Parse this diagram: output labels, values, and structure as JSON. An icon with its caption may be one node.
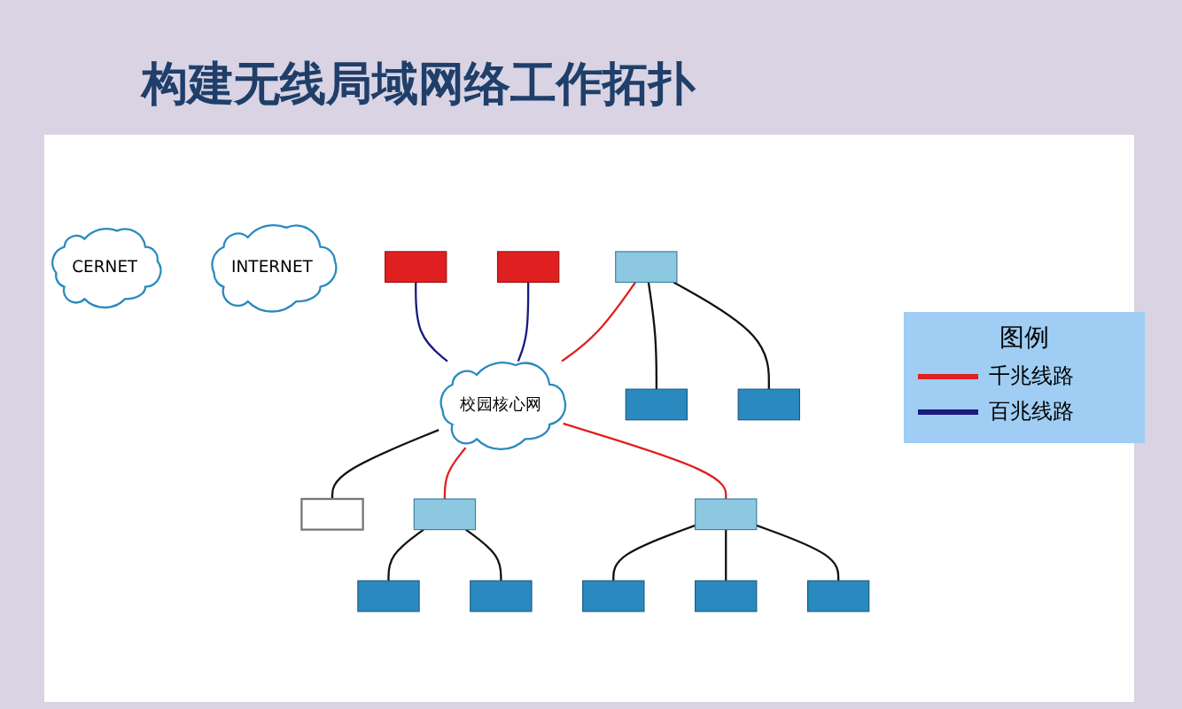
{
  "diagram": {
    "title": "构建无线局域网络工作拓扑",
    "nodes": [
      {
        "text": [
          "CERNET"
        ]
      },
      {
        "text": [
          "INTERNET"
        ]
      },
      {
        "text": [
          "校园核心网"
        ]
      },
      {
        "text": [],
        "shape": "box"
      },
      {
        "text": [],
        "shape": "box"
      },
      {
        "text": [],
        "shape": "box"
      },
      {
        "text": [],
        "shape": "box"
      },
      {
        "text": [],
        "shape": "box"
      },
      {
        "text": [],
        "shape": "box"
      },
      {
        "text": [],
        "shape": "box"
      },
      {
        "text": [],
        "shape": "box"
      },
      {
        "text": [],
        "shape": "box"
      },
      {
        "text": [],
        "shape": "box"
      },
      {
        "text": [],
        "shape": "box"
      },
      {
        "text": [],
        "shape": "box"
      },
      {
        "text": [],
        "shape": "box"
      }
    ],
    "edges": [
      {
        "from": 3,
        "to": 2,
        "arrow": "none",
        "color": "#1a1a80"
      },
      {
        "from": 4,
        "to": 2,
        "arrow": "none",
        "color": "#1a1a80"
      },
      {
        "from": 2,
        "to": 5,
        "arrow": "none"
      },
      {
        "from": 6,
        "to": 2,
        "arrow": "none",
        "color": "#e02020"
      },
      {
        "from": 2,
        "to": 7,
        "arrow": "none",
        "color": "#e02020"
      },
      {
        "from": 2,
        "to": 8,
        "arrow": "none",
        "color": "#e02020"
      },
      {
        "from": 6,
        "to": 9,
        "arrow": "none"
      },
      {
        "from": 6,
        "to": 10,
        "arrow": "none"
      },
      {
        "from": 7,
        "to": 11,
        "arrow": "none"
      },
      {
        "from": 7,
        "to": 12,
        "arrow": "none"
      },
      {
        "from": 8,
        "to": 13,
        "arrow": "none"
      },
      {
        "from": 8,
        "to": 14,
        "arrow": "none"
      },
      {
        "from": 8,
        "to": 15,
        "arrow": "none"
      }
    ],
    "labels": [
      "图例"
    ],
    "legend": [
      {
        "text": "千兆线路",
        "color": "#e02020"
      },
      {
        "text": "百兆线路",
        "color": "#1a1a80"
      }
    ]
  }
}
